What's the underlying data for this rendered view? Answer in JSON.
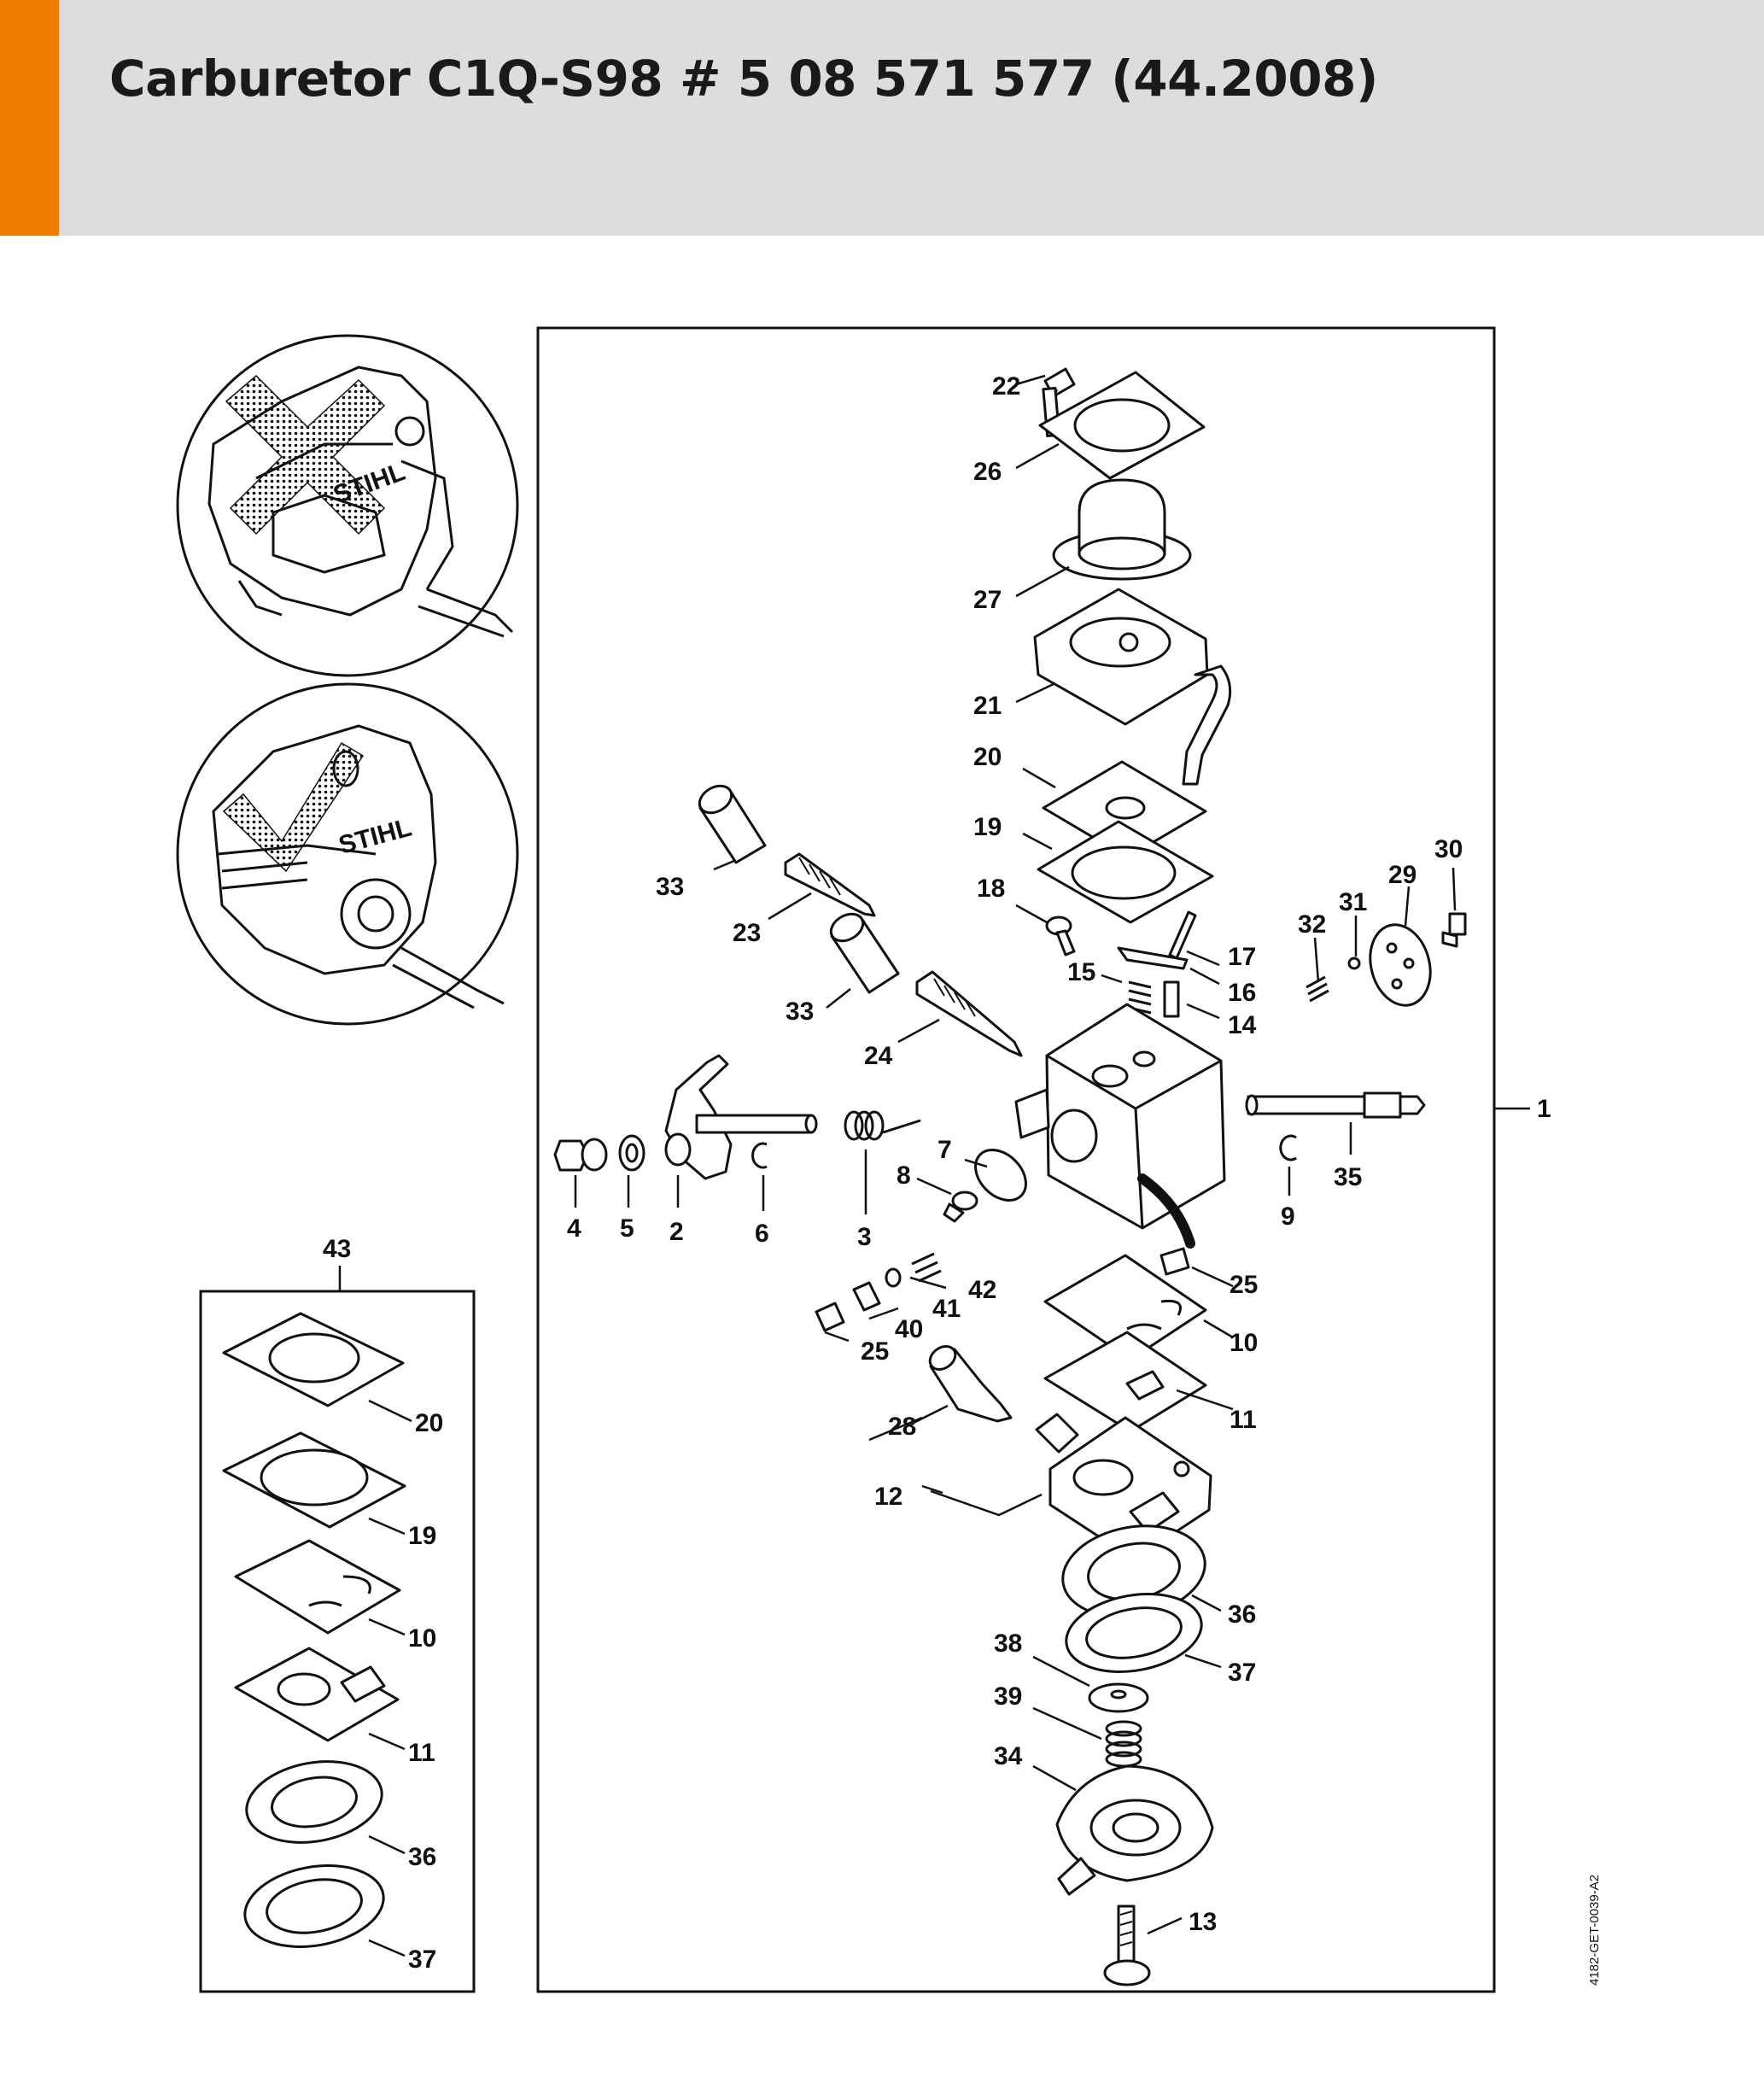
{
  "page": {
    "title": "Carburetor C1Q-S98 # 5 08 571 577 (44.2008)",
    "accent_color": "#ef7d00",
    "header_color": "#dcdddd",
    "document_code": "4182-GET-0039-A2"
  },
  "insets": [
    {
      "id": "old-model",
      "mark": "crossed-out",
      "brand": "STIHL"
    },
    {
      "id": "new-model",
      "mark": "checkmark",
      "brand": "STIHL"
    }
  ],
  "callouts": {
    "c1": "1",
    "c2": "2",
    "c3": "3",
    "c4": "4",
    "c5": "5",
    "c6": "6",
    "c7": "7",
    "c8": "8",
    "c9": "9",
    "c10": "10",
    "c11": "11",
    "c12": "12",
    "c13": "13",
    "c14": "14",
    "c15": "15",
    "c16": "16",
    "c17": "17",
    "c18": "18",
    "c19": "19",
    "c20": "20",
    "c21": "21",
    "c22": "22",
    "c23": "23",
    "c24": "24",
    "c25a": "25",
    "c25b": "25",
    "c26": "26",
    "c27": "27",
    "c28": "28",
    "c29": "29",
    "c30": "30",
    "c31": "31",
    "c32": "32",
    "c33a": "33",
    "c33b": "33",
    "c34": "34",
    "c35": "35",
    "c36": "36",
    "c37": "37",
    "c38": "38",
    "c39": "39",
    "c40": "40",
    "c41": "41",
    "c42": "42",
    "c43": "43"
  },
  "kit": {
    "callouts": {
      "k20": "20",
      "k19": "19",
      "k10": "10",
      "k11": "11",
      "k36": "36",
      "k37": "37"
    }
  }
}
